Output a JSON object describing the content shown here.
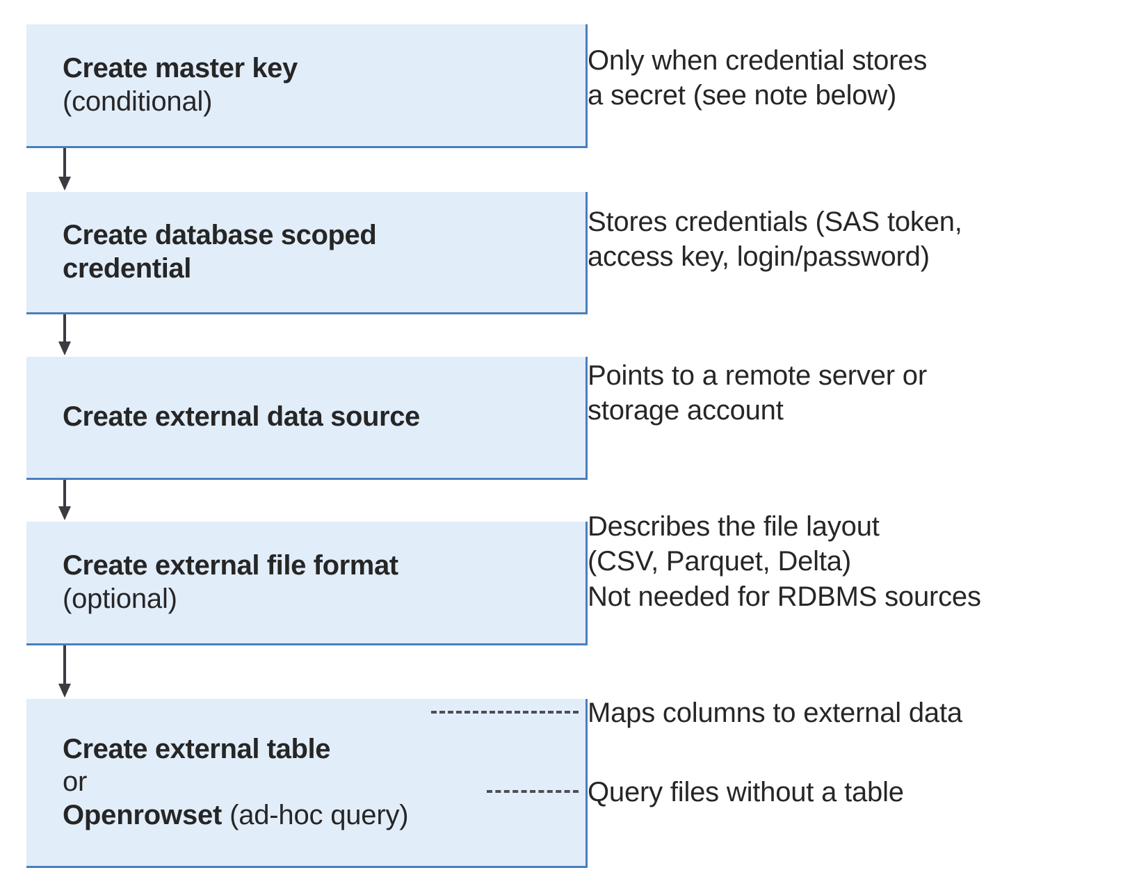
{
  "diagram": {
    "type": "flowchart",
    "orientation": "vertical",
    "colors": {
      "box_fill": "#e2edfa",
      "box_border": "#4a7ebb",
      "arrow": "#3b3b42",
      "text": "#262626"
    },
    "steps": [
      {
        "id": "master-key",
        "title": "Create master key",
        "subtitle": "(conditional)",
        "note": "Only when credential stores\na secret (see note below)",
        "connector_to_note": "none"
      },
      {
        "id": "scoped-credential",
        "title": "Create database scoped\ncredential",
        "subtitle": "",
        "note": "Stores credentials (SAS token,\naccess key, login/password)",
        "connector_to_note": "none"
      },
      {
        "id": "external-data-source",
        "title": "Create external data source",
        "subtitle": "",
        "note": "Points to a remote server or\nstorage account",
        "connector_to_note": "none"
      },
      {
        "id": "external-file-format",
        "title": "Create external file format",
        "subtitle": "(optional)",
        "note": "Describes the file layout\n(CSV, Parquet, Delta)\nNot needed for RDBMS sources",
        "connector_to_note": "none"
      },
      {
        "id": "external-table-or-openrowset",
        "title": "Create external table",
        "or_label": "or",
        "alt_title": "Openrowset",
        "alt_suffix": " (ad-hoc query)",
        "note": "Maps columns to external data",
        "alt_note": "Query files without a table",
        "connector_to_note": "dashed"
      }
    ],
    "arrow_labels": [
      "flow-arrow-1",
      "flow-arrow-2",
      "flow-arrow-3",
      "flow-arrow-4"
    ]
  }
}
